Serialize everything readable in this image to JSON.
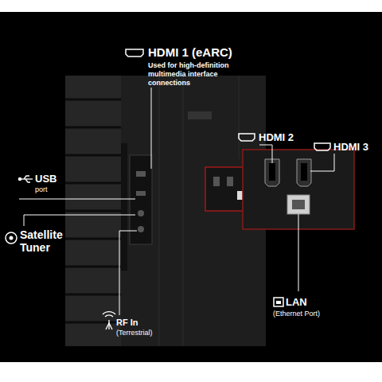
{
  "diagram": {
    "labels": [
      "HDMI 1 (eARC)",
      "Used for high-definition multimedia interface connections",
      "HDMI 2",
      "HDMI 3",
      "USB",
      "port",
      "Satellite Tuner",
      "RF In",
      "(Terrestrial)",
      "LAN",
      "(Ethernet Port)"
    ]
  }
}
